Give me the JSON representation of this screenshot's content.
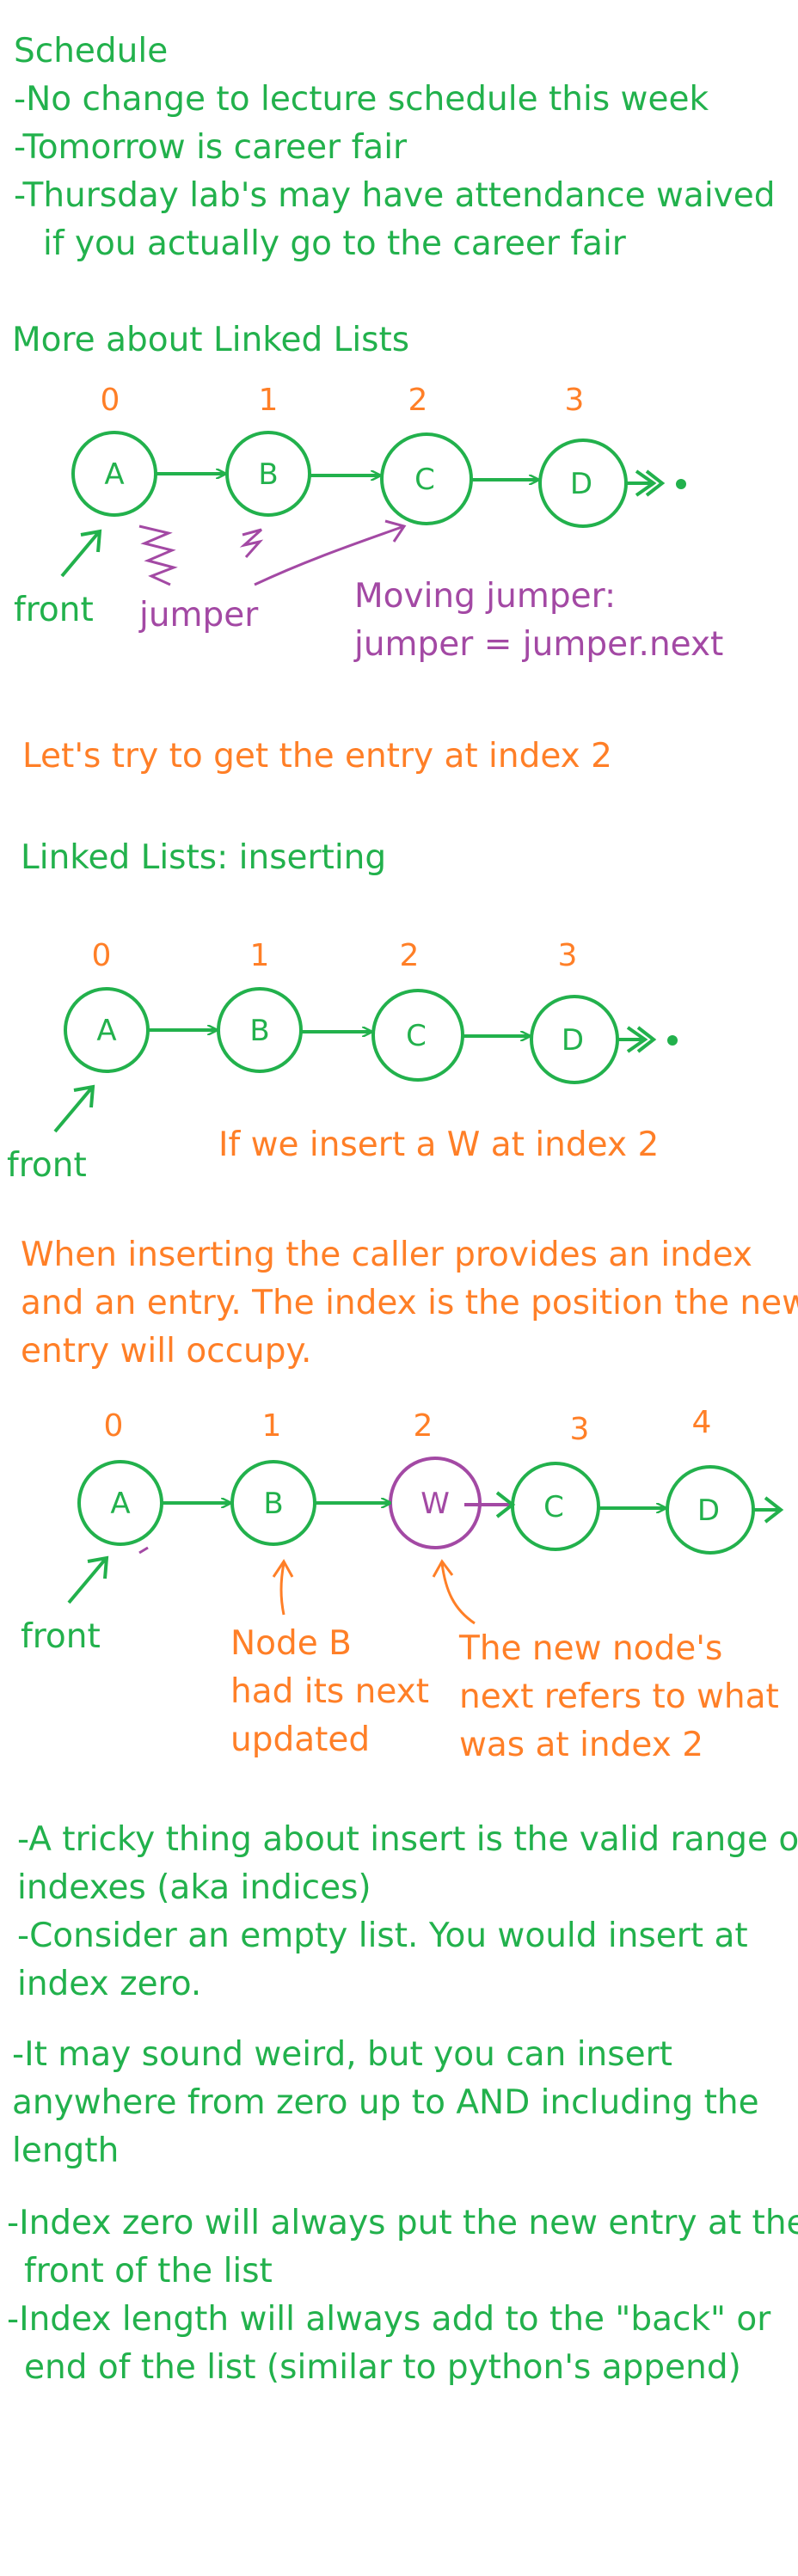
{
  "colors": {
    "green": "#22b14c",
    "orange": "#ff7f27",
    "purple": "#a349a4"
  },
  "schedule": {
    "title": "Schedule",
    "lines": [
      "-No change to lecture schedule this week",
      "-Tomorrow is career fair",
      "-Thursday lab's may have attendance waived",
      "if you actually go to the career fair"
    ]
  },
  "linked_lists_1": {
    "heading": "More about Linked Lists",
    "indices": [
      "0",
      "1",
      "2",
      "3"
    ],
    "nodes": [
      "A",
      "B",
      "C",
      "D"
    ],
    "front_label": "front",
    "jumper_label": "jumper",
    "moving_note": [
      "Moving jumper:",
      "jumper = jumper.next"
    ]
  },
  "try_index": "Let's try to get the entry at index 2",
  "inserting": {
    "heading": "Linked Lists: inserting",
    "indices": [
      "0",
      "1",
      "2",
      "3"
    ],
    "nodes": [
      "A",
      "B",
      "C",
      "D"
    ],
    "front_label": "front",
    "insert_note": "If we insert a W at index 2",
    "explanation": [
      "When inserting the caller provides an index",
      "and an entry. The index is the position the new",
      "entry will occupy."
    ]
  },
  "after_insert": {
    "indices": [
      "0",
      "1",
      "2",
      "3",
      "4"
    ],
    "nodes": [
      "A",
      "B",
      "W",
      "C",
      "D"
    ],
    "front_label": "front",
    "node_b_note": [
      "Node B",
      "had its next",
      "updated"
    ],
    "new_node_note": [
      "The new node's",
      "next refers to what",
      "was at index 2"
    ]
  },
  "notes": {
    "lines": [
      "-A tricky thing about insert is the valid range of",
      "indexes (aka indices)",
      "-Consider an empty list. You would insert at",
      "index zero.",
      "-It may sound weird, but you can insert",
      "anywhere from zero up to AND including the",
      "length",
      "-Index zero will always put the new entry at the",
      "front of the list",
      "-Index length will always add to the \"back\" or",
      "end of the list (similar to python's append)"
    ]
  }
}
